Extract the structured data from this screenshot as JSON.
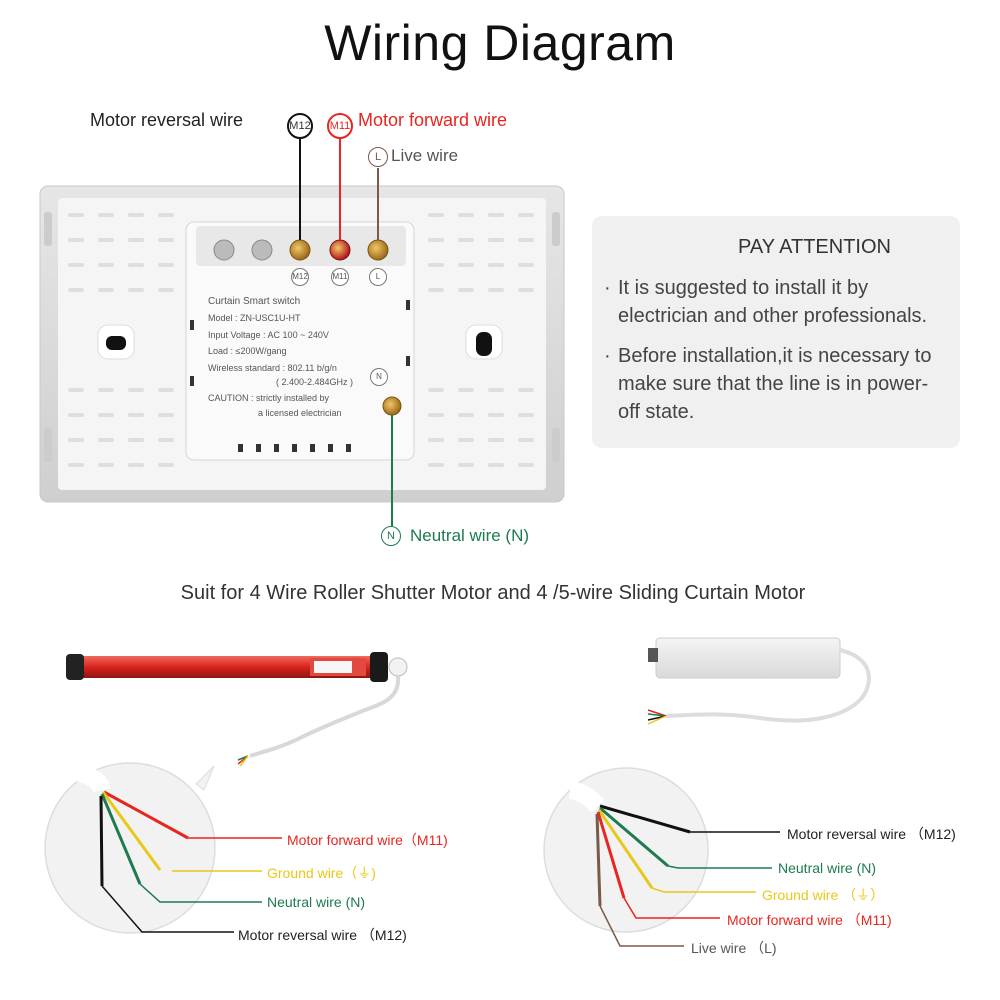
{
  "title": "Wiring Diagram",
  "top_labels": {
    "motor_reversal": "Motor reversal wire",
    "m12": "M12",
    "m11": "M11",
    "motor_forward": "Motor forward wire",
    "l": "L",
    "live": "Live wire",
    "n": "N",
    "neutral": "Neutral wire (N)"
  },
  "panel": {
    "terminals": [
      "M12",
      "M11",
      "L"
    ],
    "lines": [
      "Curtain Smart switch",
      "Model : ZN-USC1U-HT",
      "Input Voltage : AC 100 ~ 240V",
      "Load : ≤200W/gang",
      "Wireless standard : 802.11 b/g/n",
      "( 2.400-2.484GHz )",
      "CAUTION : strictly installed by",
      "a licensed electrician"
    ],
    "n_terminal": "N"
  },
  "attention": {
    "title": "PAY ATTENTION",
    "items": [
      "It is suggested to install it by electrician and other professionals.",
      "Before installation,it is necessary to make sure that the line is in power-off state."
    ]
  },
  "subtitle": "Suit for 4 Wire Roller Shutter Motor and 4 /5-wire Sliding Curtain Motor",
  "left_motor": {
    "forward": "Motor forward wire（M11)",
    "ground": "Ground wire（⏚)",
    "neutral": "Neutral wire (N)",
    "reversal": "Motor reversal wire （M12)"
  },
  "right_motor": {
    "reversal": "Motor reversal wire （M12)",
    "neutral": "Neutral wire (N)",
    "ground": "Ground wire （⏚）",
    "forward": "Motor forward wire （M11)",
    "live": "Live wire （L)"
  },
  "colors": {
    "red": "#e8251f",
    "green": "#1e7a4f",
    "yellow": "#e8c81a",
    "brown": "#7a5a48",
    "black": "#111111"
  }
}
